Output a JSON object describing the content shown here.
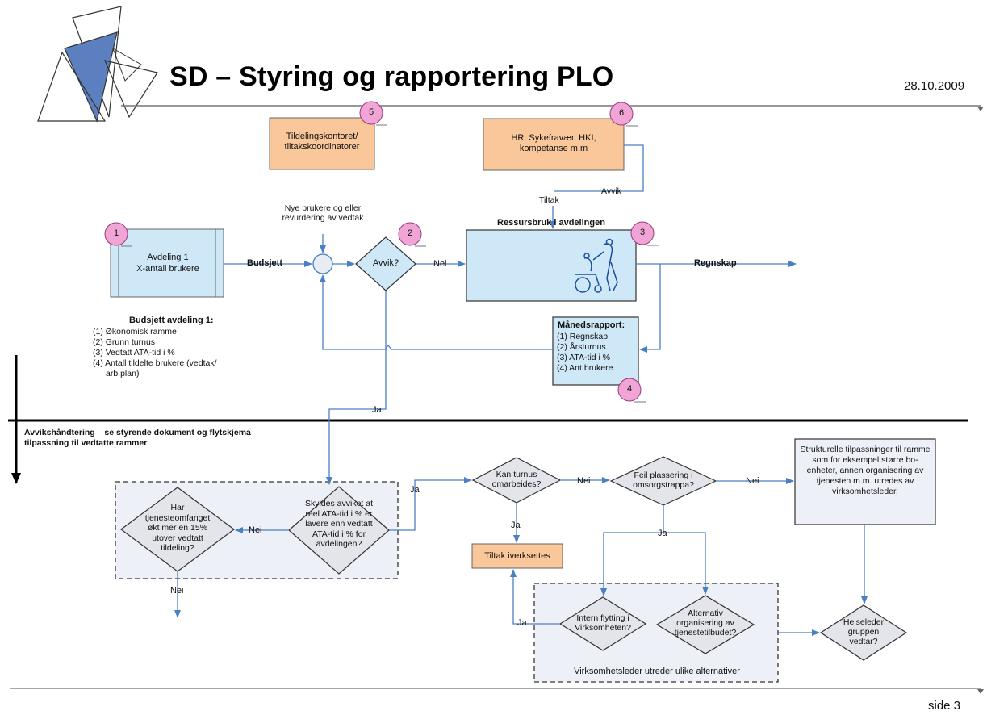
{
  "header": {
    "title": "SD – Styring og rapportering PLO",
    "date": "28.10.2009"
  },
  "footer": {
    "page": "side 3"
  },
  "badges": [
    "5",
    "6",
    "1",
    "2",
    "3",
    "4"
  ],
  "boxes": {
    "tildeling": "Tildelingskontoret/ tiltakskoordinatorer",
    "hr": "HR: Sykefravær, HKI, kompetanse m.m",
    "avdeling_line1": "Avdeling 1",
    "avdeling_line2": "X-antall brukere",
    "ressursbruk_title": "Ressursbruk i avdelingen",
    "maanedsrapport_title": "Månedsrapport:",
    "maanedsrapport_items": [
      "(1) Regnskap",
      "(2) Årsturnus",
      "(3) ATA-tid i %",
      "(4) Ant.brukere"
    ],
    "tiltak_iverksettes": "Tiltak iverksettes",
    "strukturelle": "Strukturelle tilpassninger til ramme som for eksempel større bo-enheter, annen organisering av tjenesten m.m. utredes av virksomhetsleder."
  },
  "decisions": {
    "avvik": "Avvik?",
    "skyldes": "Skyldes avviket at reel ATA-tid i % er lavere enn vedtatt ATA-tid i % for avdelingen?",
    "har": "Har tjenesteomfanget økt mer en 15% utover vedtatt tildeling?",
    "kan_turnus": "Kan turnus omarbeides?",
    "feil_plassering": "Feil plassering i omsorgstrappa?",
    "intern": "Intern flytting i Virksomheten?",
    "alternativ": "Alternativ organisering av tjenestetilbudet?",
    "helseleder": "Helseleder gruppen vedtar?"
  },
  "budget": {
    "title": "Budsjett avdeling 1:",
    "items": [
      "(1) Økonomisk ramme",
      "(2) Grunn turnus",
      "(3) Vedtatt ATA-tid i %",
      "(4) Antall tildelte brukere (vedtak/",
      "arb.plan)"
    ]
  },
  "labels": {
    "nye_brukere": "Nye brukere og eller revurdering av vedtak",
    "budsjett": "Budsjett",
    "regnskap": "Regnskap",
    "tiltak": "Tiltak",
    "avvik": "Avvik",
    "nei": "Nei",
    "ja": "Ja",
    "section_note": "Avvikshåndtering – se styrende dokument og flytskjema tilpassning til vedtatte rammer",
    "virksomhetsleder": "Virksomhetsleder utreder ulike alternativer"
  },
  "colors": {
    "box_blue": "#cfe8f7",
    "box_orange": "#f9c79a",
    "decision_gray": "#e3e5ea",
    "badge_pink": "#f0a5d6",
    "arrow_blue": "#4a7fc1",
    "triangle_blue": "#5b7fbf"
  }
}
